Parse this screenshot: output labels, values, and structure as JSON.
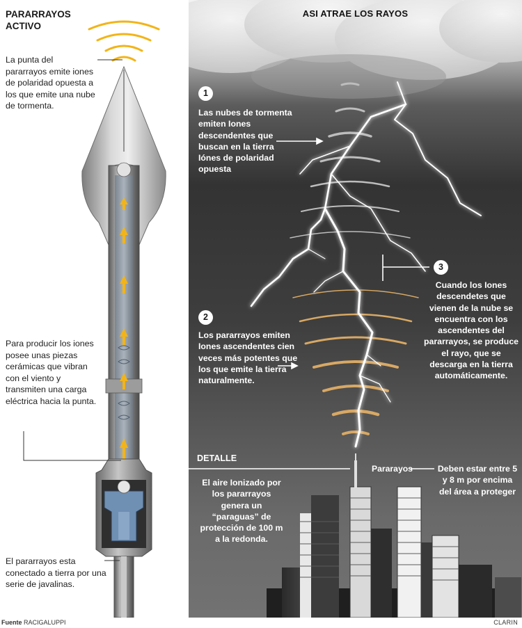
{
  "left": {
    "title": "PARARRAYOS ACTIVO",
    "text_tip": "La punta del pararrayos emite iones de polaridad opuesta a los que emite una nube de tormenta.",
    "text_ceramic": "Para producir los iones posee unas piezas cerámicas que vibran con el viento y transmiten una carga eléctrica hacia la punta.",
    "text_ground": "El pararrayos esta conectado a tierra por una serie de javalinas."
  },
  "right": {
    "title": "ASI ATRAE LOS RAYOS",
    "steps": [
      {
        "number": "1",
        "text": "Las nubes de tormenta emiten Iones descendentes que buscan en la tierra Iónes de polaridad opuesta"
      },
      {
        "number": "2",
        "text": "Los pararrayos emiten Iones ascendentes cien veces más potentes que los que emite la tierra naturalmente."
      },
      {
        "number": "3",
        "text": "Cuando los Iones descendetes que vienen de la nube se encuentra con los ascendentes del pararrayos, se produce el rayo, que se descarga en la tierra automáticamente."
      }
    ],
    "detail_label": "DETALLE",
    "detail_text": "El aire Ionizado por los pararrayos genera un “paraguas” de protección de 100 m a la redonda.",
    "rod_label": "Pararayos",
    "height_text": "Deben estar entre 5 y 8 m por encima del área a proteger"
  },
  "footer": {
    "source_label": "Fuente",
    "source_name": "RACIGALUPPI",
    "brand": "CLARIN"
  },
  "colors": {
    "ion_arrow": "#f2b418",
    "descending_ions": "#bdbdbd",
    "ascending_ions": "#d8a864",
    "lightning": "#ffffff"
  }
}
